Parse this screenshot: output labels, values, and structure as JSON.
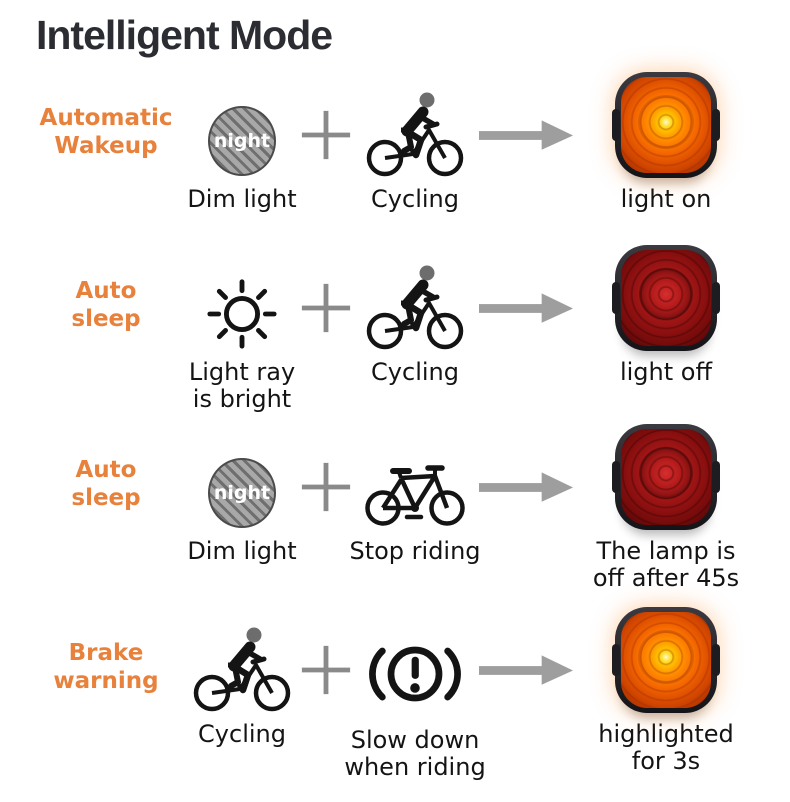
{
  "title": "Intelligent Mode",
  "colors": {
    "accent_orange": "#e8813b",
    "title_dark": "#2b2d33",
    "connector_gray": "#9e9e9e",
    "lamp_on_core": "#ffd21c",
    "lamp_on_glow": "#ff7d00",
    "lamp_off_red": "#9c1414"
  },
  "icons": {
    "night_text": "night",
    "plus": "plus-icon",
    "arrow": "arrow-right-icon"
  },
  "rows": [
    {
      "mode": "Automatic\nWakeup",
      "condition1": {
        "icon": "night-dim-light-icon",
        "label": "Dim light"
      },
      "condition2": {
        "icon": "cyclist-icon",
        "label": "Cycling"
      },
      "result": {
        "state": "on",
        "label": "light on"
      }
    },
    {
      "mode": "Auto\nsleep",
      "condition1": {
        "icon": "sun-icon",
        "label": "Light ray\nis bright"
      },
      "condition2": {
        "icon": "cyclist-icon",
        "label": "Cycling"
      },
      "result": {
        "state": "off",
        "label": "light off"
      }
    },
    {
      "mode": "Auto\nsleep",
      "condition1": {
        "icon": "night-dim-light-icon",
        "label": "Dim light"
      },
      "condition2": {
        "icon": "bicycle-icon",
        "label": "Stop riding"
      },
      "result": {
        "state": "off",
        "label": "The lamp is\noff after 45s"
      }
    },
    {
      "mode": "Brake\nwarning",
      "condition1": {
        "icon": "cyclist-icon",
        "label": "Cycling"
      },
      "condition2": {
        "icon": "brake-warning-icon",
        "label": "Slow down\nwhen riding"
      },
      "result": {
        "state": "on",
        "label": "highlighted\nfor 3s"
      }
    }
  ]
}
